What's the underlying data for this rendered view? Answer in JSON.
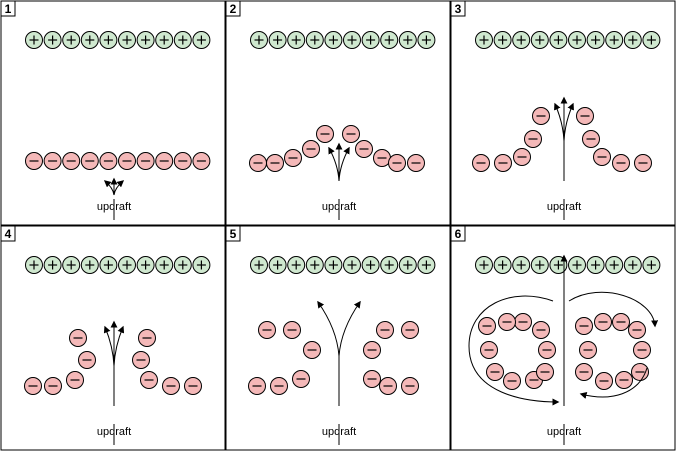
{
  "diagram": {
    "colors": {
      "positive_fill": "#cfe8cf",
      "negative_fill": "#f4b8b8",
      "stroke": "#000000",
      "background": "#ffffff"
    },
    "panels": [
      {
        "number": "1",
        "updraft_label": "updraft"
      },
      {
        "number": "2",
        "updraft_label": "updraft"
      },
      {
        "number": "3",
        "updraft_label": "updraft"
      },
      {
        "number": "4",
        "updraft_label": "updraft"
      },
      {
        "number": "5",
        "updraft_label": "updraft"
      },
      {
        "number": "6",
        "updraft_label": "updraft"
      }
    ],
    "symbols": {
      "plus": "+",
      "minus": "−"
    }
  }
}
